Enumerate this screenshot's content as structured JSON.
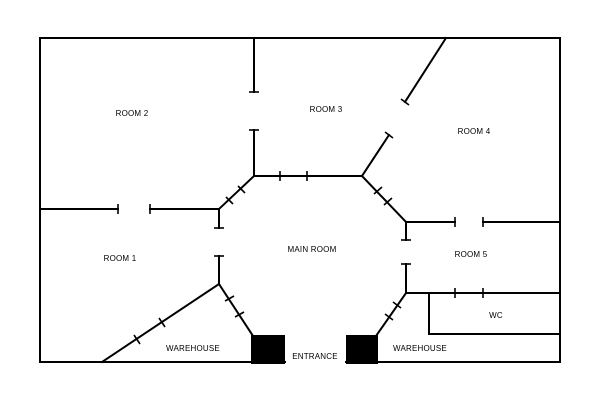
{
  "rooms": {
    "room1": "ROOM 1",
    "room2": "ROOM 2",
    "room3": "ROOM 3",
    "room4": "ROOM 4",
    "room5": "ROOM 5",
    "main_room": "MAIN ROOM",
    "wc": "WC",
    "warehouse_left": "WAREHOUSE",
    "warehouse_right": "WAREHOUSE",
    "entrance": "ENTRANCE"
  },
  "colors": {
    "wall": "#000000",
    "background": "#ffffff",
    "column": "#000000"
  }
}
